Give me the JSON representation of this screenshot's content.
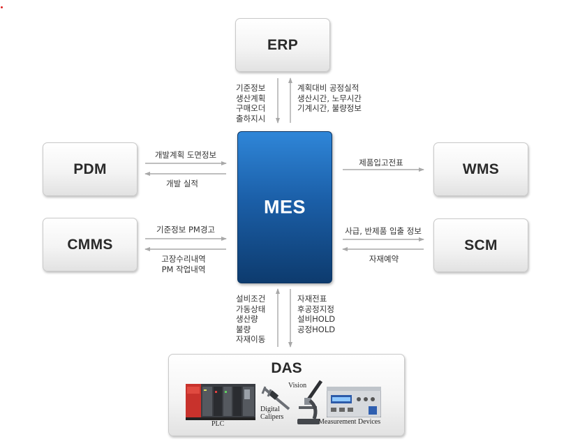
{
  "nodes": {
    "erp": "ERP",
    "pdm": "PDM",
    "cmms": "CMMS",
    "wms": "WMS",
    "scm": "SCM",
    "mes": "MES",
    "das": "DAS"
  },
  "flows": {
    "erp_to_mes": [
      "기준정보",
      "생산계획",
      "구매오더",
      "출하지시"
    ],
    "mes_to_erp": [
      "계획대비 공정실적",
      "생산시간, 노무시간",
      "기계시간, 불량정보"
    ],
    "pdm_to_mes": "개발계획 도면정보",
    "mes_to_pdm": "개발 실적",
    "cmms_to_mes": "기준정보 PM경고",
    "mes_to_cmms": [
      "고장수리내역",
      "PM 작업내역"
    ],
    "mes_to_wms": "제품입고전표",
    "mes_to_scm": "사급, 반제품 입출 정보",
    "scm_to_mes": "자재예약",
    "das_to_mes": [
      "설비조건",
      "가동상태",
      "생산량",
      "불량",
      "자재이동"
    ],
    "mes_to_das": [
      "자재전표",
      "후공정지정",
      "설비HOLD",
      "공정HOLD"
    ]
  },
  "devices": {
    "plc": "PLC",
    "calipers": [
      "Digital",
      "Calipers"
    ],
    "vision": "Vision",
    "measurement": "Measurement Devices"
  },
  "colors": {
    "mes_top": "#2f86d8",
    "mes_bottom": "#0d3b6e",
    "arrow": "#a8a8a8",
    "box_border": "#c9c9c9"
  }
}
